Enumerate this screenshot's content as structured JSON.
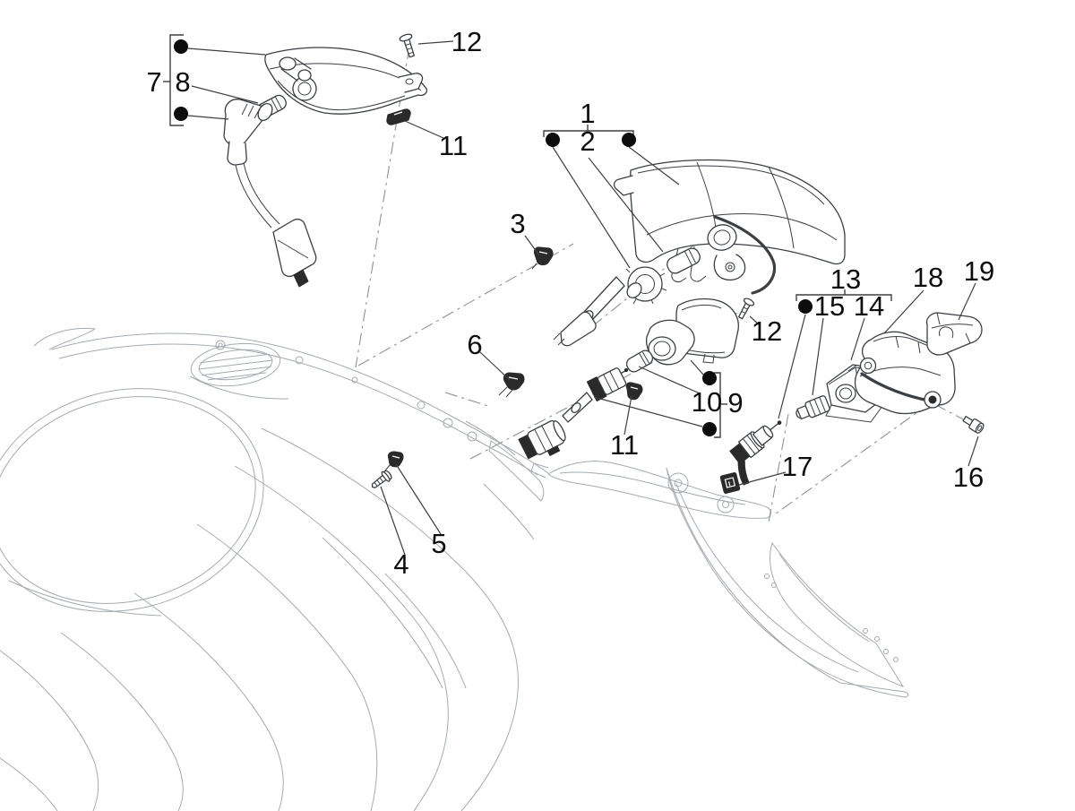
{
  "colors": {
    "background": "#ffffff",
    "ink": "#0d0d0d",
    "callout_line": "#3f3f3f",
    "part_line": "#3a3f44",
    "dark_fill": "#2a2a2a",
    "body_line": "#a4abb1",
    "centerline": "#8d9296"
  },
  "callouts": {
    "c1": "1",
    "c2": "2",
    "c3": "3",
    "c4": "4",
    "c5": "5",
    "c6": "6",
    "c7": "7",
    "c8": "8",
    "c9": "9",
    "c10": "10",
    "c11_top": "11",
    "c11_mid": "11",
    "c12_top": "12",
    "c12_mid": "12",
    "c13": "13",
    "c14": "14",
    "c15": "15",
    "c16": "16",
    "c17": "17",
    "c18": "18",
    "c19": "19"
  }
}
